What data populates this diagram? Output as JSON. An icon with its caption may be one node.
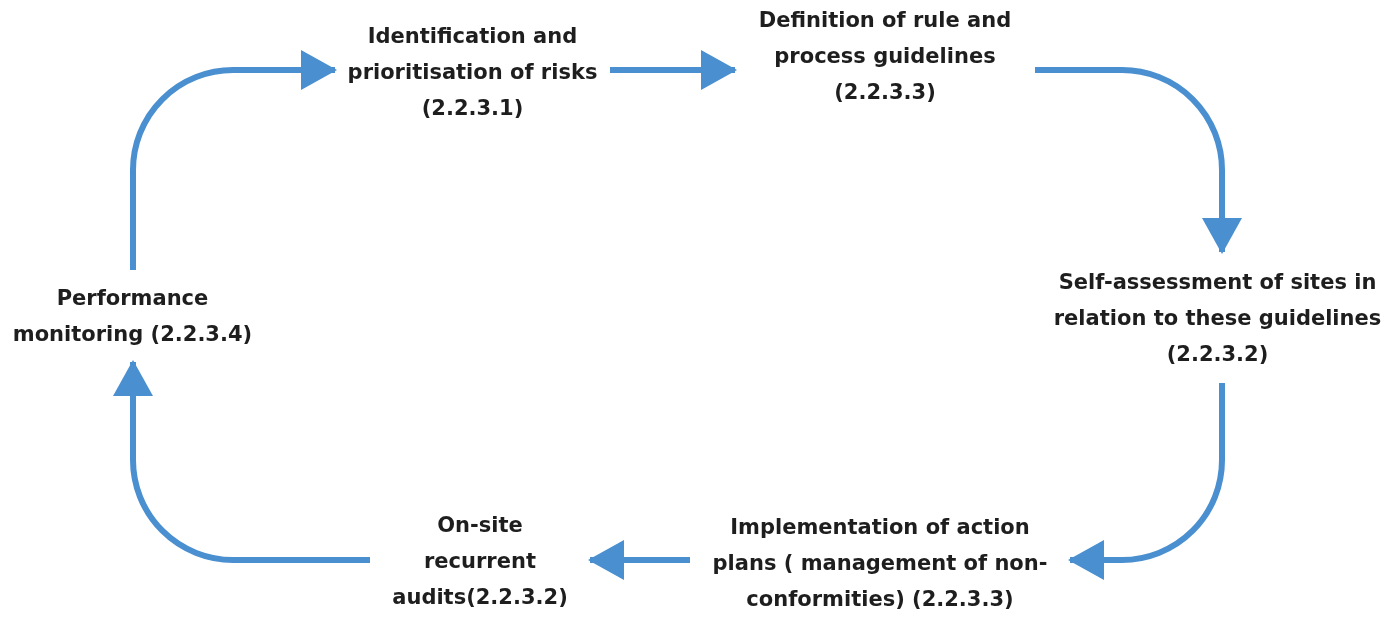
{
  "diagram": {
    "nodes": [
      {
        "text": [
          "Identification and prioritisation of risks (2.2.3.1)"
        ]
      },
      {
        "text": [
          "Definition of rule and process guidelines (2.2.3.3)"
        ]
      },
      {
        "text": [
          "Self-assessment of sites in relation to these guidelines (2.2.3.2)"
        ]
      },
      {
        "text": [
          "Implementation of action plans ( management of non-conformities) (2.2.3.3)"
        ]
      },
      {
        "text": [
          "On-site recurrent audits(2.2.3.2)"
        ]
      },
      {
        "text": [
          "Performance monitoring (2.2.3.4)"
        ]
      }
    ],
    "edges": [
      {
        "from": 5,
        "to": 0,
        "arrow": "to"
      },
      {
        "from": 0,
        "to": 1,
        "arrow": "to"
      },
      {
        "from": 1,
        "to": 2,
        "arrow": "to"
      },
      {
        "from": 2,
        "to": 3,
        "arrow": "to"
      },
      {
        "from": 3,
        "to": 4,
        "arrow": "to"
      },
      {
        "from": 4,
        "to": 5,
        "arrow": "to"
      }
    ]
  }
}
